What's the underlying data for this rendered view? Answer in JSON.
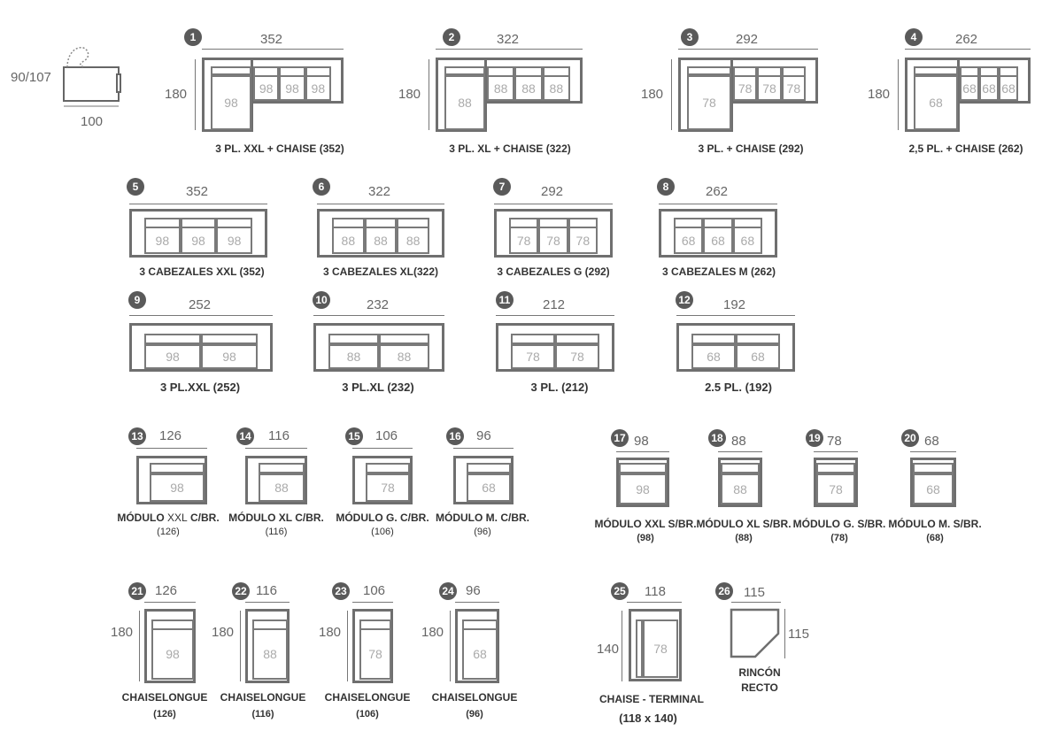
{
  "header": {
    "height_label": "90/107",
    "depth_label": "100"
  },
  "items": [
    {
      "n": "1",
      "w": "352",
      "h": "180",
      "seats": [
        "98",
        "98",
        "98"
      ],
      "label": "3 PL. XXL + CHAISE (352)"
    },
    {
      "n": "2",
      "w": "322",
      "h": "180",
      "seats": [
        "88",
        "88",
        "88"
      ],
      "label": "3 PL. XL + CHAISE (322)"
    },
    {
      "n": "3",
      "w": "292",
      "h": "180",
      "seats": [
        "78",
        "78",
        "78"
      ],
      "label": "3 PL. + CHAISE (292)"
    },
    {
      "n": "4",
      "w": "262",
      "h": "180",
      "seats": [
        "68",
        "68",
        "68"
      ],
      "label": "2,5 PL. + CHAISE (262)"
    },
    {
      "n": "5",
      "w": "352",
      "seats": [
        "98",
        "98",
        "98"
      ],
      "label": "3 CABEZALES XXL (352)"
    },
    {
      "n": "6",
      "w": "322",
      "seats": [
        "88",
        "88",
        "88"
      ],
      "label": "3 CABEZALES XL(322)"
    },
    {
      "n": "7",
      "w": "292",
      "seats": [
        "78",
        "78",
        "78"
      ],
      "label": "3 CABEZALES G (292)"
    },
    {
      "n": "8",
      "w": "262",
      "seats": [
        "68",
        "68",
        "68"
      ],
      "label": "3 CABEZALES M (262)"
    },
    {
      "n": "9",
      "w": "252",
      "seats": [
        "98",
        "98"
      ],
      "label": "3 PL.XXL (252)"
    },
    {
      "n": "10",
      "w": "232",
      "seats": [
        "88",
        "88"
      ],
      "label": "3 PL.XL (232)"
    },
    {
      "n": "11",
      "w": "212",
      "seats": [
        "78",
        "78"
      ],
      "label": "3 PL. (212)"
    },
    {
      "n": "12",
      "w": "192",
      "seats": [
        "68",
        "68"
      ],
      "label": "2.5 PL. (192)"
    },
    {
      "n": "13",
      "w": "126",
      "seat": "98",
      "label_a": "MÓDULO ",
      "label_b": "XXL",
      "label_c": " C/BR.",
      "sub": "(126)"
    },
    {
      "n": "14",
      "w": "116",
      "seat": "88",
      "label": "MÓDULO XL C/BR.",
      "sub": "(116)"
    },
    {
      "n": "15",
      "w": "106",
      "seat": "78",
      "label": "MÓDULO G. C/BR.",
      "sub": "(106)"
    },
    {
      "n": "16",
      "w": "96",
      "seat": "68",
      "label_a": "MÓDULO M. ",
      "label_c": "C/BR.",
      "sub": "(96)"
    },
    {
      "n": "17",
      "w": "98",
      "seat": "98",
      "label": "MÓDULO XXL S/BR.",
      "sub": "(98)"
    },
    {
      "n": "18",
      "w": "88",
      "seat": "88",
      "label": "MÓDULO XL S/BR.",
      "sub": "(88)"
    },
    {
      "n": "19",
      "w": "78",
      "seat": "78",
      "label": "MÓDULO G. S/BR.",
      "sub": "(78)"
    },
    {
      "n": "20",
      "w": "68",
      "seat": "68",
      "label": "MÓDULO M. S/BR.",
      "sub": "(68)"
    },
    {
      "n": "21",
      "w": "126",
      "h": "180",
      "seat": "98",
      "label": "CHAISELONGUE",
      "sub": "(126)"
    },
    {
      "n": "22",
      "w": "116",
      "h": "180",
      "seat": "88",
      "label": "CHAISELONGUE",
      "sub": "(116)"
    },
    {
      "n": "23",
      "w": "106",
      "h": "180",
      "seat": "78",
      "label": "CHAISELONGUE",
      "sub": "(106)"
    },
    {
      "n": "24",
      "w": "96",
      "h": "180",
      "seat": "68",
      "label": "CHAISELONGUE",
      "sub": "(96)"
    },
    {
      "n": "25",
      "w": "118",
      "h": "140",
      "seat": "78",
      "label": "CHAISE - TERMINAL",
      "sub": "(118 x 140)"
    },
    {
      "n": "26",
      "w": "115",
      "h": "115",
      "label": "RINCÓN",
      "label2": "RECTO"
    }
  ]
}
